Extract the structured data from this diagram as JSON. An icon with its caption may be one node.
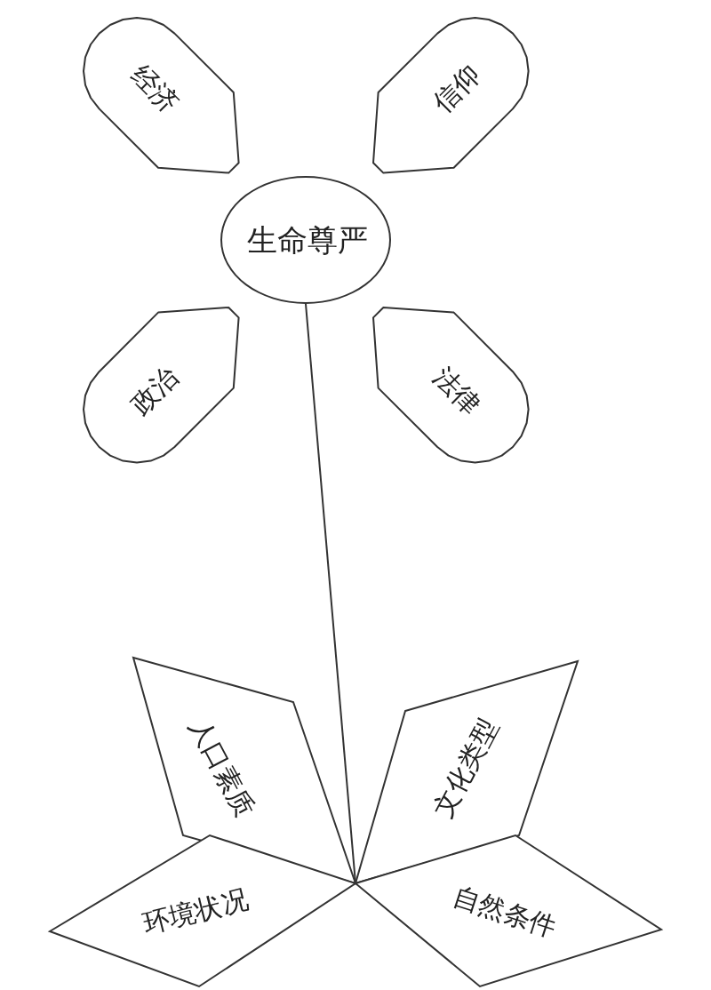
{
  "diagram": {
    "nodes": [
      {
        "text": [
          "经济"
        ]
      },
      {
        "text": [
          "信仰"
        ]
      },
      {
        "text": [
          "生命尊严"
        ]
      },
      {
        "text": [
          "政治"
        ]
      },
      {
        "text": [
          "法律"
        ]
      },
      {
        "text": [
          "人口素质"
        ]
      },
      {
        "text": [
          "文化类型"
        ]
      },
      {
        "text": [
          "环境状况"
        ]
      },
      {
        "text": [
          "自然条件"
        ]
      }
    ],
    "edges": [
      {
        "from": 2,
        "to": 5,
        "arrow": "none"
      },
      {
        "from": 2,
        "to": 6,
        "arrow": "none"
      },
      {
        "from": 2,
        "to": 7,
        "arrow": "none"
      },
      {
        "from": 2,
        "to": 8,
        "arrow": "none"
      }
    ]
  }
}
